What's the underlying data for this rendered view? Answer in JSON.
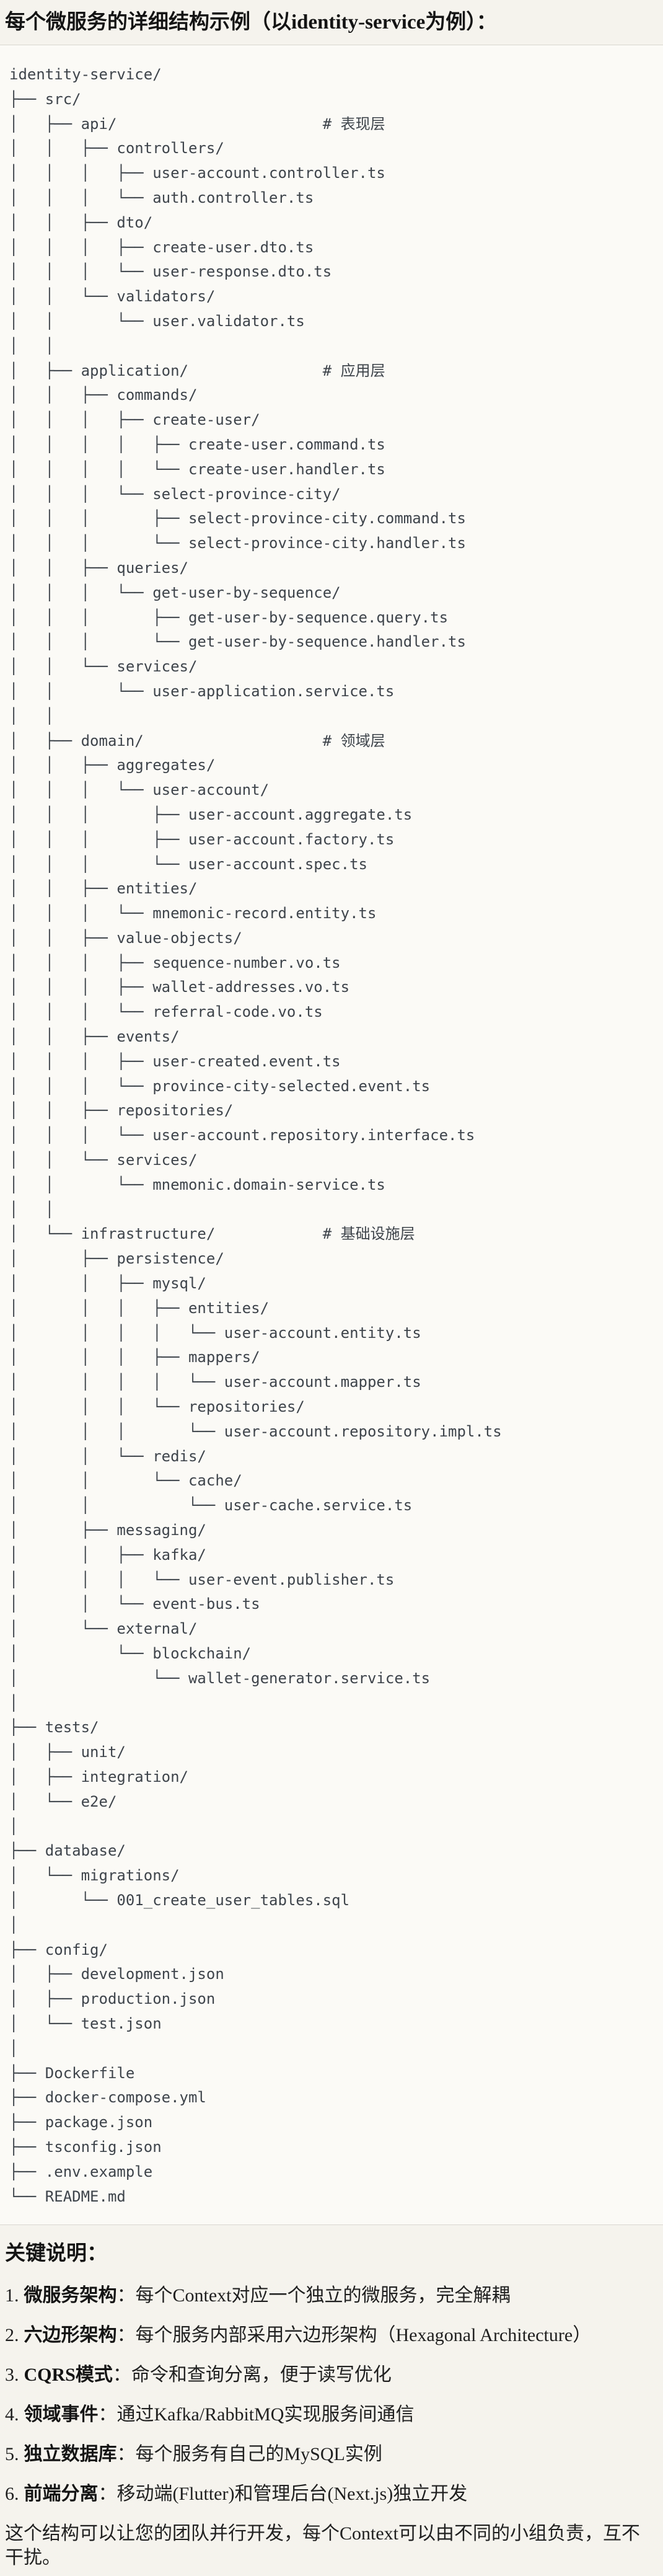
{
  "header": {
    "title": "每个微服务的详细结构示例（以identity-service为例）："
  },
  "code_block": {
    "tree": "identity-service/\n├── src/\n│   ├── api/                       # 表现层\n│   │   ├── controllers/\n│   │   │   ├── user-account.controller.ts\n│   │   │   └── auth.controller.ts\n│   │   ├── dto/\n│   │   │   ├── create-user.dto.ts\n│   │   │   └── user-response.dto.ts\n│   │   └── validators/\n│   │       └── user.validator.ts\n│   │\n│   ├── application/               # 应用层\n│   │   ├── commands/\n│   │   │   ├── create-user/\n│   │   │   │   ├── create-user.command.ts\n│   │   │   │   └── create-user.handler.ts\n│   │   │   └── select-province-city/\n│   │   │       ├── select-province-city.command.ts\n│   │   │       └── select-province-city.handler.ts\n│   │   ├── queries/\n│   │   │   └── get-user-by-sequence/\n│   │   │       ├── get-user-by-sequence.query.ts\n│   │   │       └── get-user-by-sequence.handler.ts\n│   │   └── services/\n│   │       └── user-application.service.ts\n│   │\n│   ├── domain/                    # 领域层\n│   │   ├── aggregates/\n│   │   │   └── user-account/\n│   │   │       ├── user-account.aggregate.ts\n│   │   │       ├── user-account.factory.ts\n│   │   │       └── user-account.spec.ts\n│   │   ├── entities/\n│   │   │   └── mnemonic-record.entity.ts\n│   │   ├── value-objects/\n│   │   │   ├── sequence-number.vo.ts\n│   │   │   ├── wallet-addresses.vo.ts\n│   │   │   └── referral-code.vo.ts\n│   │   ├── events/\n│   │   │   ├── user-created.event.ts\n│   │   │   └── province-city-selected.event.ts\n│   │   ├── repositories/\n│   │   │   └── user-account.repository.interface.ts\n│   │   └── services/\n│   │       └── mnemonic.domain-service.ts\n│   │\n│   └── infrastructure/            # 基础设施层\n│       ├── persistence/\n│       │   ├── mysql/\n│       │   │   ├── entities/\n│       │   │   │   └── user-account.entity.ts\n│       │   │   ├── mappers/\n│       │   │   │   └── user-account.mapper.ts\n│       │   │   └── repositories/\n│       │   │       └── user-account.repository.impl.ts\n│       │   └── redis/\n│       │       └── cache/\n│       │           └── user-cache.service.ts\n│       ├── messaging/\n│       │   ├── kafka/\n│       │   │   └── user-event.publisher.ts\n│       │   └── event-bus.ts\n│       └── external/\n│           └── blockchain/\n│               └── wallet-generator.service.ts\n│\n├── tests/\n│   ├── unit/\n│   ├── integration/\n│   └── e2e/\n│\n├── database/\n│   └── migrations/\n│       └── 001_create_user_tables.sql\n│\n├── config/\n│   ├── development.json\n│   ├── production.json\n│   └── test.json\n│\n├── Dockerfile\n├── docker-compose.yml\n├── package.json\n├── tsconfig.json\n├── .env.example\n└── README.md"
  },
  "notes": {
    "heading": "关键说明：",
    "items": [
      {
        "num": "1.",
        "term": "微服务架构",
        "sep": "：",
        "text": "每个Context对应一个独立的微服务，完全解耦"
      },
      {
        "num": "2.",
        "term": "六边形架构",
        "sep": "：",
        "text": "每个服务内部采用六边形架构（Hexagonal Architecture）"
      },
      {
        "num": "3.",
        "term": "CQRS模式",
        "sep": "：",
        "text": "命令和查询分离，便于读写优化"
      },
      {
        "num": "4.",
        "term": "领域事件",
        "sep": "：",
        "text": "通过Kafka/RabbitMQ实现服务间通信"
      },
      {
        "num": "5.",
        "term": "独立数据库",
        "sep": "：",
        "text": "每个服务有自己的MySQL实例"
      },
      {
        "num": "6.",
        "term": "前端分离",
        "sep": "：",
        "text": "移动端(Flutter)和管理后台(Next.js)独立开发"
      }
    ],
    "closing": "这个结构可以让您的团队并行开发，每个Context可以由不同的小组负责，互不干扰。"
  },
  "colors": {
    "page_bg": "#f5f3ed",
    "code_bg": "#fbfaf6",
    "border": "#d9d7d0",
    "tree_text": "#3e444b",
    "heading_text": "#141414"
  }
}
